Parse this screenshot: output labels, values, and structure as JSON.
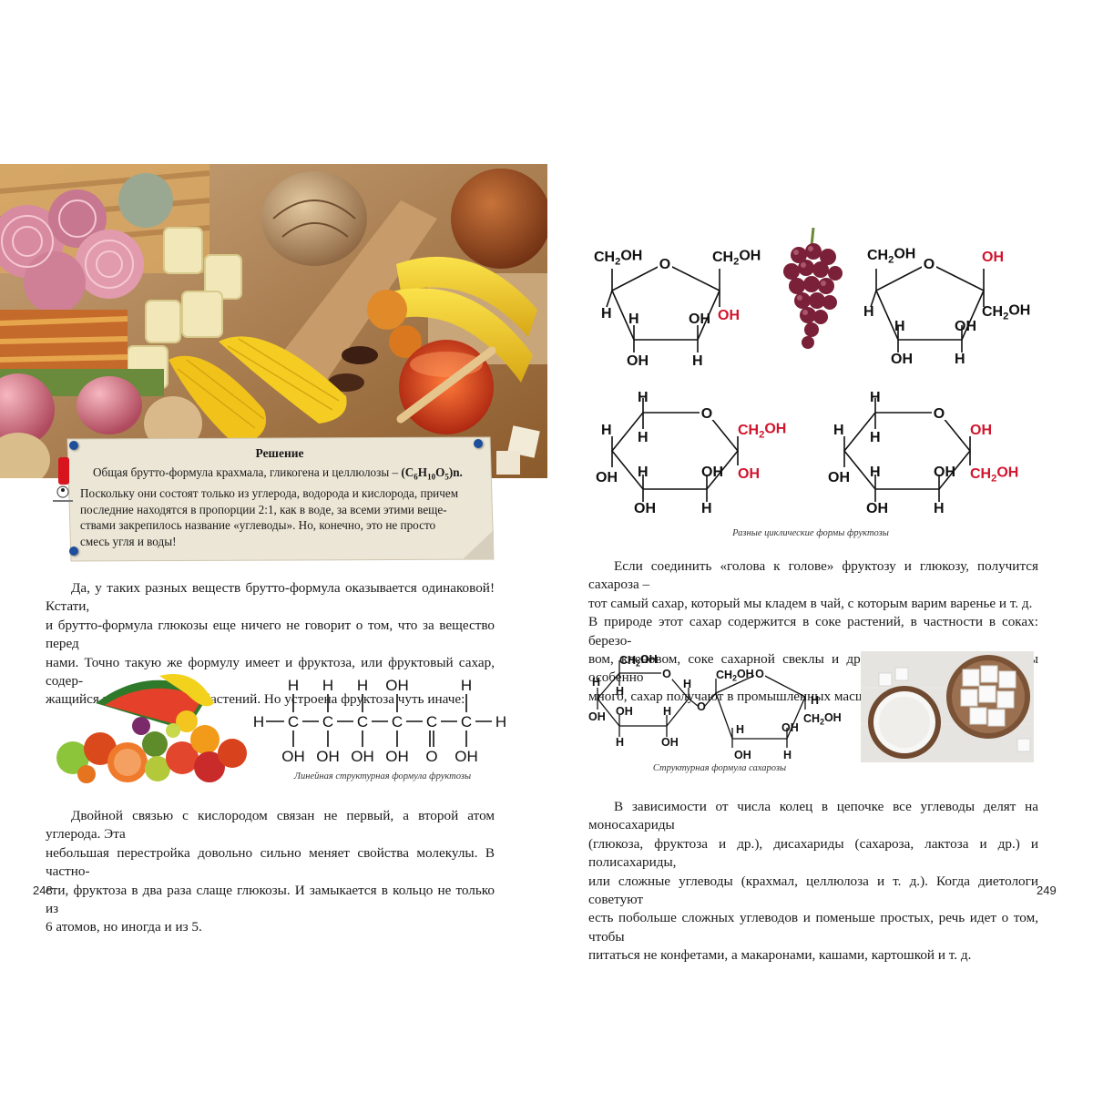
{
  "left": {
    "solution_box": {
      "title": "Решение",
      "formula": "(C6H10O5)n.",
      "lines": [
        "Общая брутто-формула крахмала, гликогена и целлюлозы –",
        "Поскольку они состоят только из углерода, водорода и кислорода, причем",
        "последние находятся в пропорции 2:1, как в воде, за всеми этими веще-",
        "ствами закрепилось название «углеводы». Но, конечно, это не просто",
        "смесь угля и воды!"
      ]
    },
    "para1": [
      "Да, у таких разных веществ брутто-формула оказывается одинаковой! Кстати,",
      "и брутто-формула глюкозы еще ничего не говорит о том, что за вещество перед",
      "нами. Точно такую же формулу имеет и фруктоза, или фруктовый сахар, содер-",
      "жащийся в плодах многих растений. Но устроена фруктоза чуть иначе:"
    ],
    "linear_caption": "Линейная структурная формула фруктозы",
    "para2": [
      "Двойной связью с кислородом связан не первый, а второй атом углерода. Эта",
      "небольшая перестройка довольно сильно меняет свойства молекулы. В частно-",
      "сти, фруктоза в два раза слаще глюкозы. И замыкается в кольцо не только из",
      "6 атомов, но иногда и из 5."
    ],
    "page_number": "248"
  },
  "right": {
    "cyclic_caption": "Разные циклические формы фруктозы",
    "para1": [
      "Если соединить «голова к голове» фруктозу и глюкозу, получится сахароза –",
      "тот самый сахар, который мы кладем в чай, с которым варим варенье и т. д.",
      "В природе этот сахар содержится в соке растений, в частности в соках: березо-",
      "вом, кленовом, соке сахарной свеклы и др. Из растений, где сахарозы особенно",
      "много, сахар получают в промышленных масштабах."
    ],
    "sucrose_caption": "Структурная формула сахарозы",
    "para2": [
      "В зависимости от числа колец в цепочке все углеводы делят на моносахариды",
      "(глюкоза, фруктоза и др.), дисахариды (сахароза, лактоза и др.) и полисахариды,",
      "или сложные углеводы (крахмал, целлюлоза и т. д.). Когда диетологи советуют",
      "есть побольше сложных углеводов и поменьше простых, речь идет о том, чтобы",
      "питаться не конфетами, а макаронами, кашами, картошкой и т. д."
    ],
    "page_number": "249"
  },
  "chem": {
    "CH2OH": "CH2OH",
    "OH": "OH",
    "H": "H",
    "O": "O",
    "C": "C"
  },
  "colors": {
    "accent_red": "#d0142c",
    "note_bg": "#ece6d6",
    "pin": "#1e4f9c"
  }
}
